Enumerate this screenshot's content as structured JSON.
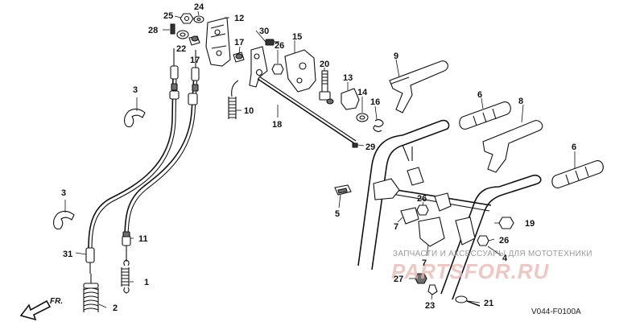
{
  "diagram_code": "V044-F0100A",
  "direction_label": "FR.",
  "watermark": {
    "caption": "ЗАПЧАСТИ И АКСЕССУАРЫ ДЛЯ МОТОТЕХНИКИ",
    "logo": "PARTSFOR.RU"
  },
  "callouts": {
    "c1": "1",
    "c2": "2",
    "c3a": "3",
    "c3b": "3",
    "c4": "4",
    "c5": "5",
    "c6a": "6",
    "c6b": "6",
    "c7a": "7",
    "c7b": "7",
    "c8": "8",
    "c9": "9",
    "c10": "10",
    "c11": "11",
    "c12": "12",
    "c13": "13",
    "c14": "14",
    "c15": "15",
    "c16": "16",
    "c17a": "17",
    "c17b": "17",
    "c18": "18",
    "c19": "19",
    "c20": "20",
    "c21": "21",
    "c22": "22",
    "c23": "23",
    "c24": "24",
    "c25": "25",
    "c26a": "26",
    "c26b": "26",
    "c26c": "26",
    "c27": "27",
    "c28": "28",
    "c29": "29",
    "c30": "30",
    "c31": "31"
  }
}
